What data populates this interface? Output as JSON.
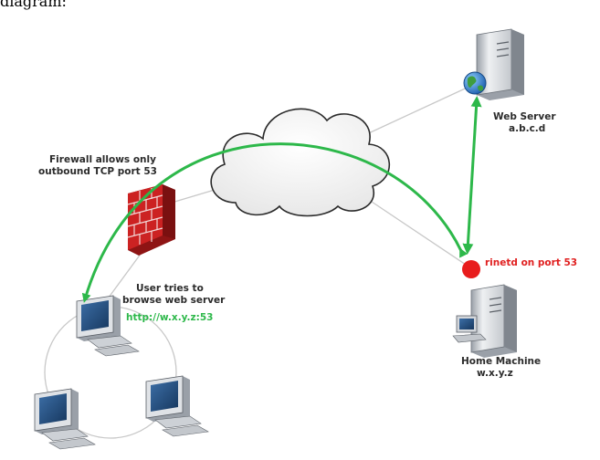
{
  "header": {
    "caption": "diagram:"
  },
  "labels": {
    "web_server_name": "Web Server",
    "web_server_addr": "a.b.c.d",
    "firewall_line1": "Firewall allows only",
    "firewall_line2": "outbound TCP port 53",
    "rinetd": "rinetd on port 53",
    "user_line1": "User tries to",
    "user_line2": "browse web server",
    "url": "http://w.x.y.z:53",
    "home_name": "Home Machine",
    "home_addr": "w.x.y.z"
  },
  "colors": {
    "arrow": "#2db84a",
    "endpoint": "#e81c1c",
    "link": "#c8c8c8",
    "firewall_brick": "#c81e1e"
  },
  "icons": [
    "cloud-icon",
    "server-icon",
    "globe-icon",
    "firewall-icon",
    "desktop-computer-icon"
  ]
}
